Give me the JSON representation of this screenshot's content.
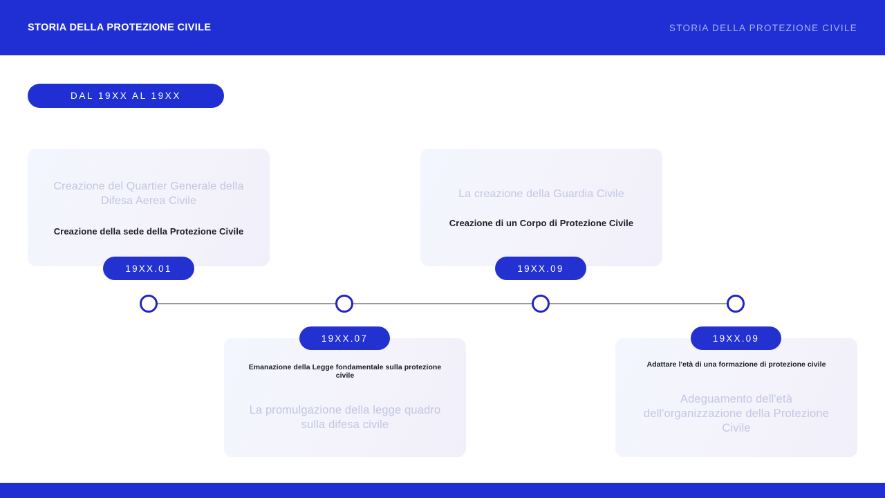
{
  "header": {
    "title": "STORIA DELLA PROTEZIONE CIVILE",
    "subtitle": "STORIA DELLA PROTEZIONE CIVILE",
    "bg_color": "#1f2fd4"
  },
  "period_badge": {
    "label": "DAL 19XX AL 19XX"
  },
  "timeline": {
    "accent_color": "#2331d0",
    "line_color": "#9a9a9a",
    "node_count": 4,
    "events": [
      {
        "position": "top",
        "ghost_text": "Creazione del Quartier Generale della Difesa Aerea Civile",
        "bold_text": "Creazione della sede della Protezione Civile",
        "date": "19XX.01"
      },
      {
        "position": "bottom",
        "bold_text": "Emanazione della Legge fondamentale sulla protezione civile",
        "ghost_text": "La promulgazione della legge quadro sulla difesa civile",
        "date": "19XX.07"
      },
      {
        "position": "top",
        "ghost_text": "La creazione della Guardia Civile",
        "bold_text": "Creazione di un Corpo di Protezione Civile",
        "date": "19XX.09"
      },
      {
        "position": "bottom",
        "bold_text": "Adattare l'età di una formazione di protezione civile",
        "ghost_text": "Adeguamento dell'età dell'organizzazione della Protezione Civile",
        "date": "19XX.09"
      }
    ]
  },
  "footer": {
    "bg_color": "#1f2fd4"
  }
}
